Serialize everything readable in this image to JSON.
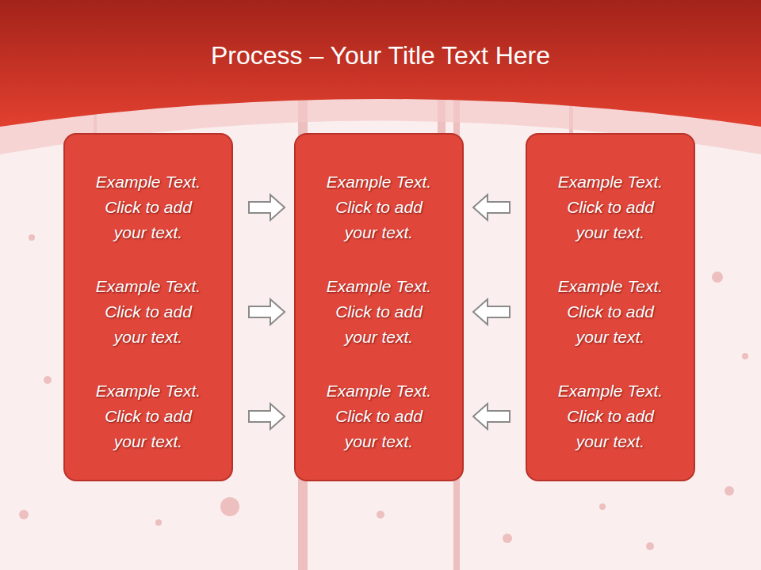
{
  "diagram": {
    "title": "Process – Your Title Text Here",
    "nodes": [
      {
        "text": [
          "Example Text. Click  to add your text.",
          "Example Text. Click  to add your text.",
          "Example Text. Click  to add your text."
        ]
      },
      {
        "text": [
          "Example Text. Click  to add your text.",
          "Example Text. Click  to add your text.",
          "Example Text. Click  to add your text."
        ]
      },
      {
        "text": [
          "Example Text. Click  to add your text.",
          "Example Text. Click  to add your text.",
          "Example Text. Click  to add your text."
        ]
      }
    ],
    "edges": [
      {
        "from": 0,
        "to": 1,
        "arrow": "to"
      },
      {
        "from": 0,
        "to": 1,
        "arrow": "to"
      },
      {
        "from": 0,
        "to": 1,
        "arrow": "to"
      },
      {
        "from": 2,
        "to": 1,
        "arrow": "to"
      },
      {
        "from": 2,
        "to": 1,
        "arrow": "to"
      },
      {
        "from": 2,
        "to": 1,
        "arrow": "to"
      }
    ]
  }
}
